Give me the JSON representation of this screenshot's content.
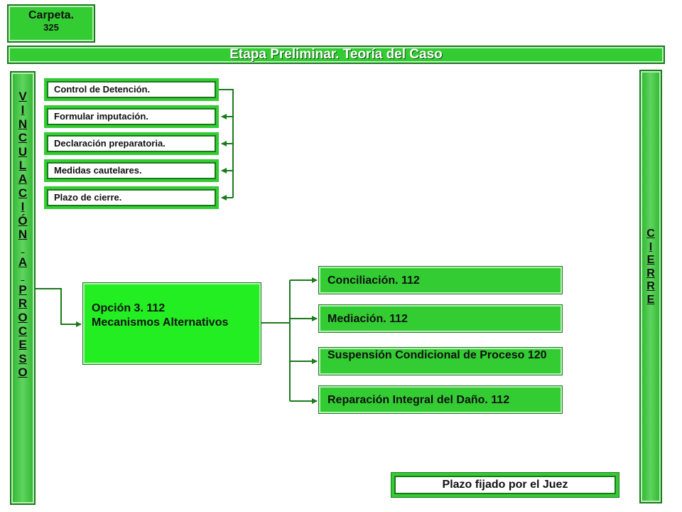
{
  "carpeta": {
    "label": "Carpeta.",
    "number": "325"
  },
  "banner": {
    "title": "Etapa Preliminar.  Teoría del Caso"
  },
  "vinculacion": {
    "letters": [
      "V",
      "I",
      "N",
      "C",
      "U",
      "L",
      "A",
      "C",
      "I",
      "Ó",
      "N",
      "",
      "A",
      "",
      "P",
      "R",
      "O",
      "C",
      "E",
      "S",
      "O"
    ]
  },
  "cierre": {
    "letters": [
      "C",
      "I",
      "E",
      "R",
      "R",
      "E"
    ]
  },
  "steps": [
    "Control de Detención.",
    "Formular imputación.",
    "Declaración preparatoria.",
    "Medidas cautelares.",
    "Plazo de cierre."
  ],
  "opcion": {
    "line1": "Opción 3. 112",
    "line2": "Mecanismos Alternativos"
  },
  "mechanisms": [
    "Conciliación. 112",
    "Mediación. 112",
    "Suspensión Condicional de Proceso 120",
    "Reparación Integral del Daño. 112"
  ],
  "plazo": {
    "label": "Plazo fijado por el Juez"
  },
  "colors": {
    "green": "#33cc33",
    "dark_green": "#1a7a1a",
    "bright_green": "#22ee22",
    "white": "#ffffff"
  }
}
